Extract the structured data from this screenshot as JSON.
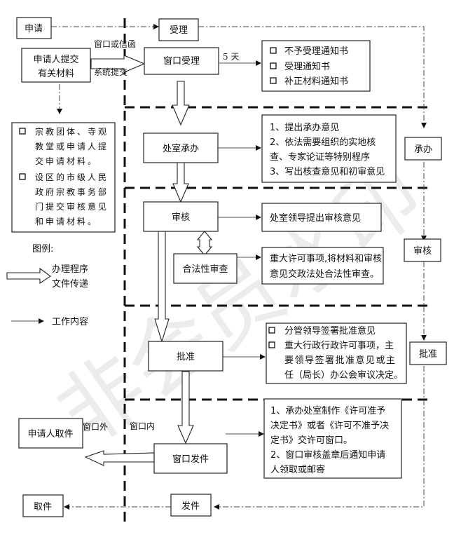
{
  "watermark": "非会员水印",
  "left_column": {
    "apply": "申请",
    "submit_materials": [
      "申请人提交",
      "有关材料"
    ],
    "channel_top": "窗口或信函",
    "channel_bottom": "系统提交",
    "prereq_items": [
      [
        "宗教团体、寺观",
        "教堂或申请人提",
        "交申请材料。"
      ],
      [
        "设区的市级人民",
        "政府宗教事务部",
        "门提交审核意见",
        "和申请材料。"
      ]
    ],
    "legend_title": "图例:",
    "legend_process": [
      "办理程序",
      "文件传递"
    ],
    "legend_work": "工作内容",
    "applicant_pickup": "申请人取件",
    "window_outside": "窗口外",
    "pickup": "取件"
  },
  "middle_column": {
    "accept": "受理",
    "window_accept": "窗口受理",
    "days_label": "5 天",
    "handle": "处室承办",
    "review": "审核",
    "legality_review": "合法性审查",
    "approve": "批准",
    "window_inside": "窗口内",
    "window_dispatch": "窗口发件",
    "dispatch": "发件"
  },
  "work_content": {
    "accept_notices": [
      "不予受理通知书",
      "受理通知书",
      "补正材料通知书"
    ],
    "handle_lines": [
      "1、提出承办意见",
      "2、依法需要组织的实地核",
      "查、专家论证等特别程序",
      "3、写出核查意见和初审意见"
    ],
    "review_line": "处室领导提出审核意见",
    "legality_lines": [
      "重大许可事项,将材料和审核",
      "意见交政法处合法性审查。"
    ],
    "approve_items": [
      [
        "分管领导签署批准意见"
      ],
      [
        "重大行政行政许可事项，主",
        "要领导签署批准意见或主",
        "任（局长）办公会审议决定。"
      ]
    ],
    "dispatch_lines": [
      "1、承办处室制作《许可准予",
      "决定书》或者《许可不准予决",
      "定书》交许可窗口。",
      "2、窗口审核盖章后通知申请",
      "人领取或邮寄"
    ]
  },
  "stage_column": {
    "handle": "承办",
    "review": "审核",
    "approve": "批准"
  }
}
